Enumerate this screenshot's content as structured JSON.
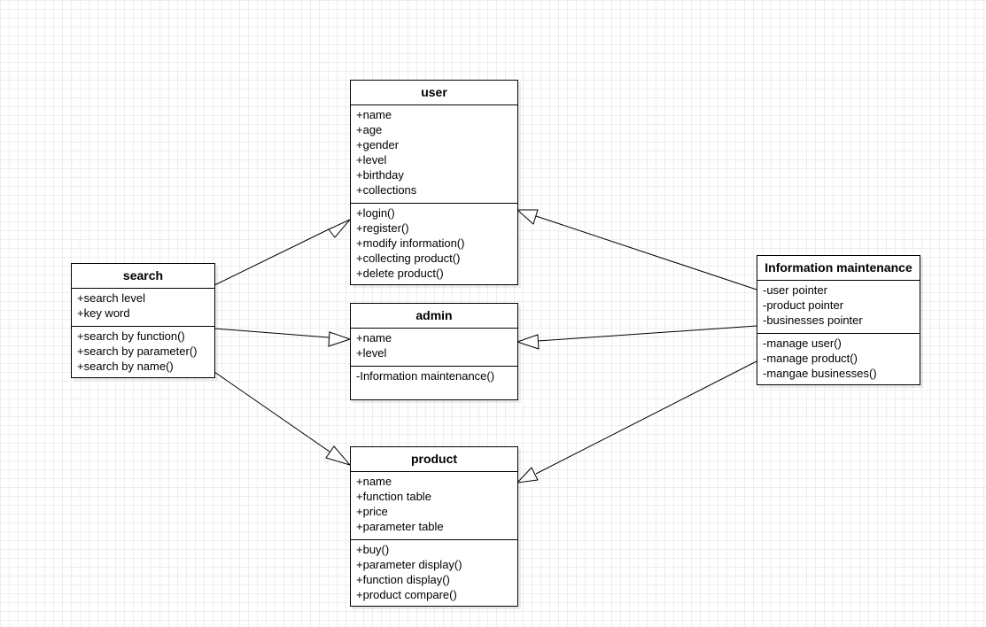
{
  "classes": {
    "user": {
      "name": "user",
      "attributes": [
        "+name",
        "+age",
        "+gender",
        "+level",
        "+birthday",
        "+collections"
      ],
      "methods": [
        "+login()",
        "+register()",
        "+modify information()",
        "+collecting product()",
        "+delete product()"
      ]
    },
    "search": {
      "name": "search",
      "attributes": [
        "+search level",
        "+key word"
      ],
      "methods": [
        "+search by function()",
        "+search by parameter()",
        "+search by name()"
      ]
    },
    "admin": {
      "name": "admin",
      "attributes": [
        "+name",
        "+level"
      ],
      "methods": [
        "-Information maintenance()"
      ]
    },
    "product": {
      "name": "product",
      "attributes": [
        "+name",
        "+function table",
        "+price",
        "+parameter table"
      ],
      "methods": [
        "+buy()",
        "+parameter display()",
        "+function display()",
        "+product compare()"
      ]
    },
    "info": {
      "name": "Information maintenance",
      "attributes": [
        "-user pointer",
        "-product pointer",
        "-businesses pointer"
      ],
      "methods": [
        "-manage user()",
        "-manage product()",
        "-mangae businesses()"
      ]
    }
  },
  "relationships": [
    {
      "from": "search",
      "to": "user",
      "type": "generalization"
    },
    {
      "from": "search",
      "to": "admin",
      "type": "generalization"
    },
    {
      "from": "search",
      "to": "product",
      "type": "generalization"
    },
    {
      "from": "Information maintenance",
      "to": "user",
      "type": "generalization"
    },
    {
      "from": "Information maintenance",
      "to": "admin",
      "type": "generalization"
    },
    {
      "from": "Information maintenance",
      "to": "product",
      "type": "generalization"
    }
  ]
}
